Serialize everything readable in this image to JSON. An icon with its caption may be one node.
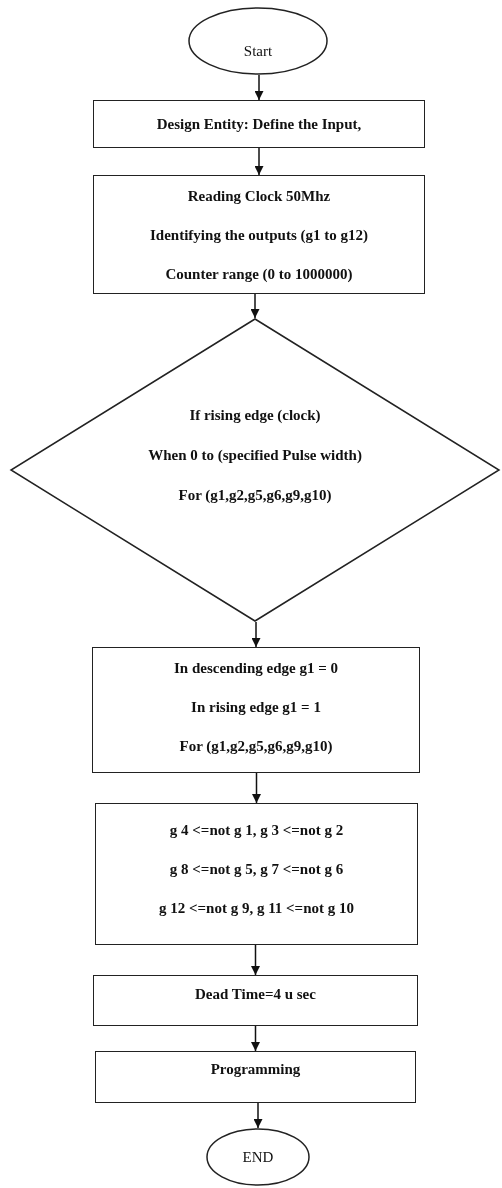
{
  "diagram": {
    "nodes": [
      {
        "text": [
          "Start"
        ]
      },
      {
        "text": [
          "Design Entity: Define the Input,"
        ]
      },
      {
        "text": [
          "Reading Clock 50Mhz",
          "Identifying the outputs (g1 to g12)",
          "Counter range (0 to 1000000)"
        ]
      },
      {
        "text": [
          "If rising edge (clock)",
          "When 0 to (specified Pulse width)",
          "For (g1,g2,g5,g6,g9,g10)"
        ]
      },
      {
        "text": [
          "In descending edge g1 = 0",
          "In rising edge g1 = 1",
          "For (g1,g2,g5,g6,g9,g10)"
        ]
      },
      {
        "text": [
          "g 4 <=not g 1, g 3 <=not g 2",
          "g 8 <=not g 5, g 7 <=not g 6",
          "g 12 <=not g 9, g 11 <=not g 10"
        ]
      },
      {
        "text": [
          "Dead Time=4 u sec"
        ]
      },
      {
        "text": [
          "Programming"
        ]
      },
      {
        "text": [
          "END"
        ]
      }
    ],
    "edges": [
      {
        "from": 0,
        "to": 1,
        "arrow": "to"
      },
      {
        "from": 1,
        "to": 2,
        "arrow": "to"
      },
      {
        "from": 2,
        "to": 3,
        "arrow": "to"
      },
      {
        "from": 3,
        "to": 4,
        "arrow": "to"
      },
      {
        "from": 4,
        "to": 5,
        "arrow": "to"
      },
      {
        "from": 5,
        "to": 6,
        "arrow": "to"
      },
      {
        "from": 6,
        "to": 7,
        "arrow": "to"
      },
      {
        "from": 7,
        "to": 8,
        "arrow": "to"
      }
    ]
  }
}
